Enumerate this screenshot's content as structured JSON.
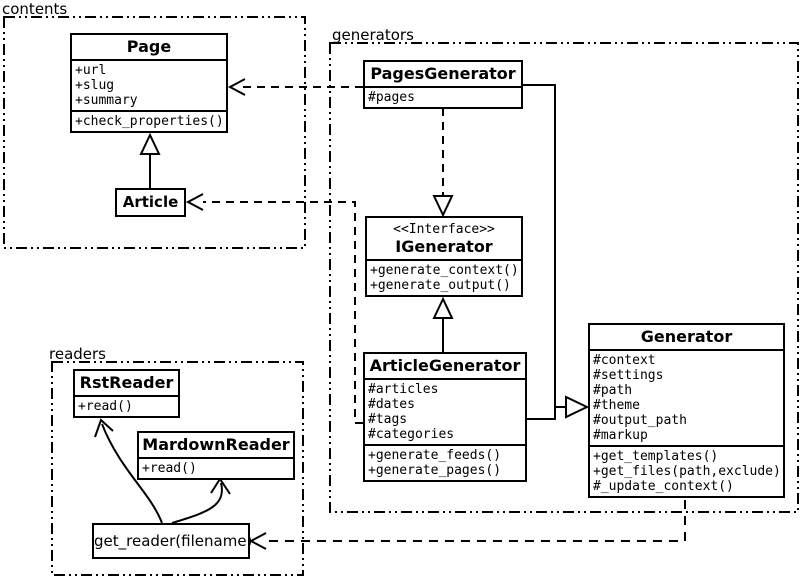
{
  "diagram": {
    "title_hint": "UML class diagram of a static site generator (pelican-like)",
    "colors": {
      "ink": "#000000",
      "background": "#ffffff",
      "box_fill": "#ffffff"
    },
    "packages": {
      "contents": {
        "label": "contents"
      },
      "generators": {
        "label": "generators"
      },
      "readers": {
        "label": "readers"
      }
    },
    "classes": {
      "page": {
        "title": "Page",
        "attrs": [
          "+url",
          "+slug",
          "+summary"
        ],
        "methods": [
          "+check_properties()"
        ]
      },
      "article": {
        "title": "Article"
      },
      "pages_generator": {
        "title": "PagesGenerator",
        "attrs": [
          "#pages"
        ]
      },
      "igenerator": {
        "stereotype": "<<Interface>>",
        "title": "IGenerator",
        "methods": [
          "+generate_context()",
          "+generate_output()"
        ]
      },
      "article_generator": {
        "title": "ArticleGenerator",
        "attrs": [
          "#articles",
          "#dates",
          "#tags",
          "#categories"
        ],
        "methods": [
          "+generate_feeds()",
          "+generate_pages()"
        ]
      },
      "generator": {
        "title": "Generator",
        "attrs": [
          "#context",
          "#settings",
          "#path",
          "#theme",
          "#output_path",
          "#markup"
        ],
        "methods": [
          "+get_templates()",
          "+get_files(path,exclude)",
          "#_update_context()"
        ]
      },
      "rst_reader": {
        "title": "RstReader",
        "methods": [
          "+read()"
        ]
      },
      "mardown_reader": {
        "title": "MardownReader",
        "methods": [
          "+read()"
        ]
      },
      "get_reader": {
        "label": "get_reader(filename)"
      }
    },
    "relations": [
      {
        "from": "Article",
        "to": "Page",
        "type": "generalization",
        "line": "solid"
      },
      {
        "from": "PagesGenerator",
        "to": "Page",
        "type": "dependency",
        "line": "dashed"
      },
      {
        "from": "PagesGenerator",
        "to": "IGenerator",
        "type": "realization",
        "line": "dashed"
      },
      {
        "from": "ArticleGenerator",
        "to": "IGenerator",
        "type": "generalization",
        "line": "solid"
      },
      {
        "from": "ArticleGenerator",
        "to": "Article",
        "type": "dependency",
        "line": "dashed"
      },
      {
        "from": "PagesGenerator",
        "to": "Generator",
        "type": "generalization",
        "line": "solid"
      },
      {
        "from": "ArticleGenerator",
        "to": "Generator",
        "type": "generalization",
        "line": "solid"
      },
      {
        "from": "Generator",
        "to": "get_reader(filename)",
        "type": "dependency",
        "line": "dashed"
      },
      {
        "from": "get_reader(filename)",
        "to": "RstReader",
        "type": "arrow",
        "line": "curved"
      },
      {
        "from": "get_reader(filename)",
        "to": "MardownReader",
        "type": "arrow",
        "line": "curved"
      }
    ]
  }
}
